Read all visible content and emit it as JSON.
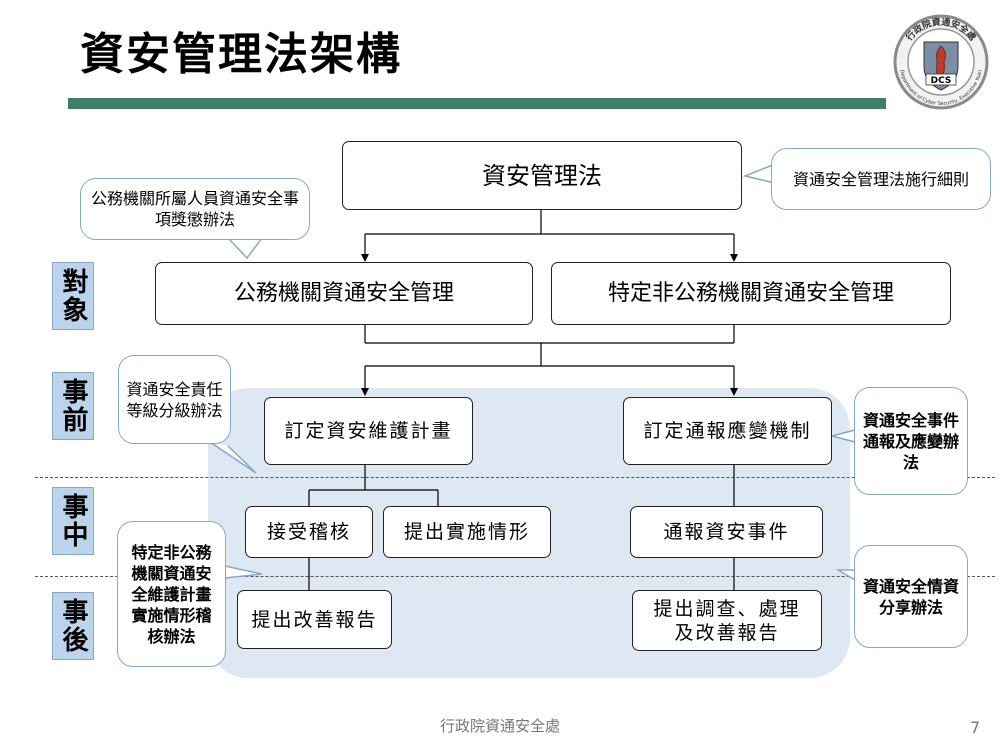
{
  "slide": {
    "title": "資安管理法架構",
    "footer_org": "行政院資通安全處",
    "page_number": "7",
    "accent_color": "#3f7f66"
  },
  "logo": {
    "ring_text": "行政院資通安全處",
    "ring_text_en": "Department of Cyber Security, Executive Yuan",
    "emblem": "DCS"
  },
  "phases": {
    "target": "對象",
    "before": "事前",
    "during": "事中",
    "after": "事後"
  },
  "boxes": {
    "law": "資安管理法",
    "public_agency": "公務機關資通安全管理",
    "private_agency": "特定非公務機關資通安全管理",
    "security_plan": "訂定資安維護計畫",
    "response_mechanism": "訂定通報應變機制",
    "accept_audit": "接受稽核",
    "submit_status": "提出實施情形",
    "report_incident": "通報資安事件",
    "submit_improvement": "提出改善報告",
    "investigation_line1": "提出調查、處理",
    "investigation_line2": "及改善報告"
  },
  "callouts": {
    "enforcement_rules": "資通安全管理法施行細則",
    "reward_punish": "公務機關所屬人員資通安全事項獎懲辦法",
    "responsibility_levels": "資通安全責任等級分級辦法",
    "incident_reporting": "資通安全事件通報及應變辦法",
    "audit_method": "特定非公務機關資通安全維護計畫實施情形稽核辦法",
    "info_sharing": "資通安全情資分享辦法"
  },
  "colors": {
    "panel_bg": "#dde8f3",
    "phase_bg": "#bcd3ec",
    "callout_border": "#86a9c9"
  }
}
